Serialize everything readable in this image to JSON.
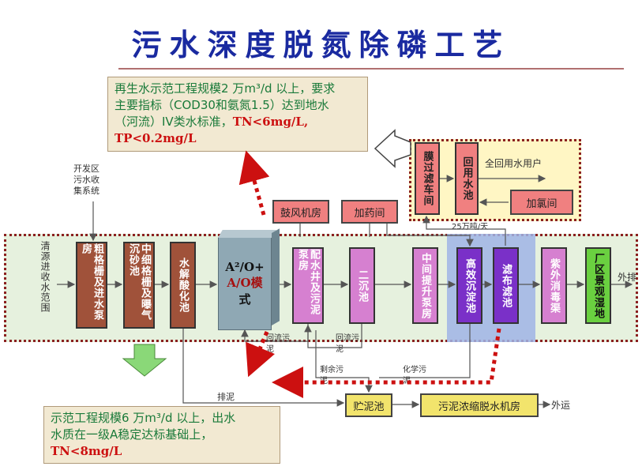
{
  "title": "污水深度脱氮除磷工艺",
  "top_note": {
    "line1": "再生水示范工程规模2 万m³/d 以上，要求",
    "line2": "主要指标（COD30和氨氮1.5）达到地水",
    "line3": "（河流）IV类水标准，",
    "tn": "TN<6mg/L,",
    "tp": "TP<0.2mg/L"
  },
  "bottom_note": {
    "line1": "示范工程规模6 万m³/d 以上，出水",
    "line2": "水质在一级A稳定达标基础上，",
    "tn": "TN<8mg/L"
  },
  "labels": {
    "dev_zone": "开发区",
    "dev_zone2": "污水收",
    "dev_zone3": "集系统",
    "inflow": "清源进收水范围",
    "outflow": "外排",
    "flow_label": "25万吨/天",
    "reuse_label": "全回用水用户",
    "return_sludge": "回流污泥",
    "return_sludge2": "回流污泥",
    "excess_sludge": "剩余污泥",
    "chem_sludge": "化学污泥",
    "discharge_sludge": "排泥",
    "transport": "外运"
  },
  "units": {
    "coarse": "粗格栅及进水泵房",
    "fine": "中细格栅及曝气沉砂池",
    "hydrolysis": "水解酸化池",
    "ao_line1": "A²/O+",
    "ao_line2": "A/O模",
    "ao_line3": "式",
    "distribution": "配水井及污泥泵房",
    "secondary": "二沉池",
    "lift": "中间提升泵房",
    "hsed": "高效沉淀池",
    "filter": "滤布滤池",
    "uv": "紫外消毒渠",
    "wetland": "厂区景观湿地",
    "blower": "鼓风机房",
    "dosing": "加药间",
    "membrane": "膜过滤车间",
    "reuse_tank": "回用水池",
    "chlorine": "加氯间",
    "storage": "贮泥池",
    "dewater": "污泥浓缩脱水机房"
  }
}
